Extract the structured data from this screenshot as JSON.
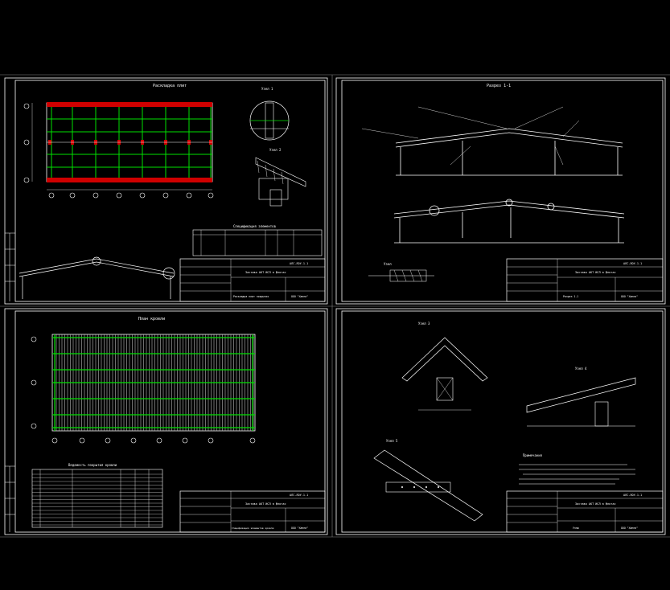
{
  "sheets": [
    {
      "id": "sheet1",
      "plan_title": "Раскладка плит",
      "details": [
        "Узел 1",
        "Узел 2"
      ],
      "spec_title": "Спецификация элементов",
      "stamp": {
        "code": "АЛС-ЛОУ-1.1",
        "project": "Застава АКТ ИСЛ в флотас",
        "company": "ООО \"Ханни\"",
        "sheet_title": "Раскладка плит покрытия"
      }
    },
    {
      "id": "sheet2",
      "section_title": "Разрез 1-1",
      "node": "Узел",
      "stamp": {
        "code": "АЛС-ЛОУ-1.1",
        "project": "Застава АКТ ИСЛ в флотас",
        "company": "ООО \"Ханни\"",
        "sheet_title": "Разрез 1-1"
      }
    },
    {
      "id": "sheet3",
      "plan_title": "План кровли",
      "table_title": "Ведомость покрытия кровли",
      "stamp": {
        "code": "АЛС-ЛОУ-1.1",
        "project": "Застава АКТ ИСЛ в флотас",
        "company": "ООО \"Ханни\"",
        "sheet_title": "Спецификация элементов кровли"
      }
    },
    {
      "id": "sheet4",
      "details": [
        "Узел 3",
        "Узел 4",
        "Узел 5"
      ],
      "notes_title": "Примечания",
      "stamp": {
        "code": "АЛС-ЛОУ-1.1",
        "project": "Застава АКТ ИСЛ в флотас",
        "company": "ООО \"Ханни\"",
        "sheet_title": "Узлы"
      }
    }
  ],
  "colors": {
    "background": "#000000",
    "frame": "#ffffff",
    "grid": "#00e000",
    "beam": "#d00000",
    "text": "#ffffff"
  }
}
